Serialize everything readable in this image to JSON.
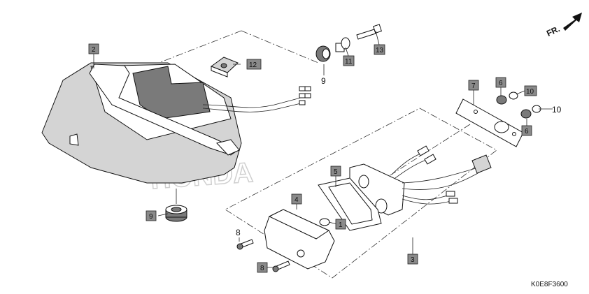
{
  "diagram_code": "K0E8F3600",
  "front_indicator": "FR.",
  "callouts": [
    {
      "id": "c2",
      "label": "2"
    },
    {
      "id": "c12",
      "label": "12"
    },
    {
      "id": "c11",
      "label": "11"
    },
    {
      "id": "c13",
      "label": "13"
    },
    {
      "id": "c7",
      "label": "7"
    },
    {
      "id": "c6a",
      "label": "6"
    },
    {
      "id": "c10a",
      "label": "10"
    },
    {
      "id": "c6b",
      "label": "6"
    },
    {
      "id": "c5",
      "label": "5"
    },
    {
      "id": "c4",
      "label": "4"
    },
    {
      "id": "c1",
      "label": "1"
    },
    {
      "id": "c9",
      "label": "9"
    },
    {
      "id": "c8",
      "label": "8"
    },
    {
      "id": "c3",
      "label": "3"
    }
  ],
  "plain_labels": [
    {
      "id": "p9",
      "label": "9"
    },
    {
      "id": "p10",
      "label": "10"
    },
    {
      "id": "p8",
      "label": "8"
    }
  ],
  "watermark": "HONDA"
}
